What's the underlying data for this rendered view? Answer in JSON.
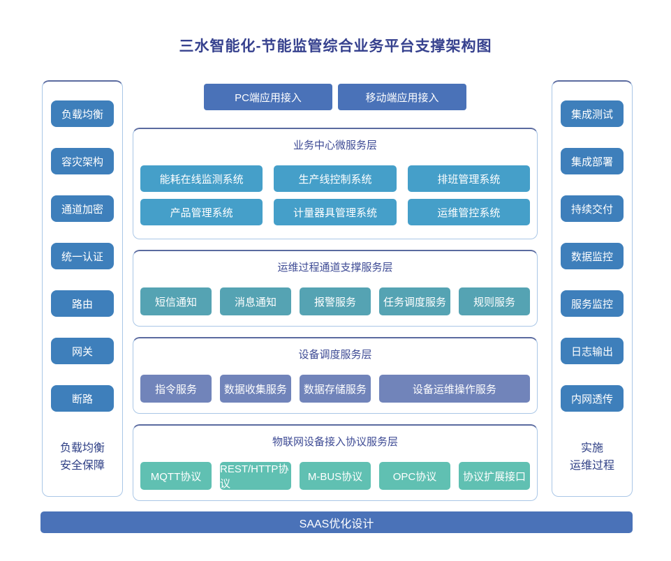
{
  "title": "三水智能化-节能监管综合业务平台支撑架构图",
  "colors": {
    "title_text": "#36418e",
    "section_title_text": "#3d4a94",
    "pillar_node": "#3e7fbb",
    "top_node": "#4a72b8",
    "business_layer_node": "#459fc9",
    "channel_layer_node": "#55a3b3",
    "device_layer_node": "#7184ba",
    "protocol_layer_node": "#60c0b2",
    "bottom_bar": "#4a72b8",
    "frame_border": "#a9c6e6",
    "frame_border_top": "#5a6a9f"
  },
  "left_pillar": {
    "items": [
      "负载均衡",
      "容灾架构",
      "通道加密",
      "统一认证",
      "路由",
      "网关",
      "断路"
    ],
    "footer_line1": "负载均衡",
    "footer_line2": "安全保障"
  },
  "right_pillar": {
    "items": [
      "集成测试",
      "集成部署",
      "持续交付",
      "数据监控",
      "服务监控",
      "日志输出",
      "内网透传"
    ],
    "footer_line1": "实施",
    "footer_line2": "运维过程"
  },
  "top_access": {
    "pc": "PC端应用接入",
    "mobile": "移动端应用接入"
  },
  "sections": [
    {
      "title": "业务中心微服务层",
      "items": [
        "能耗在线监测系统",
        "生产线控制系统",
        "排班管理系统",
        "产品管理系统",
        "计量器具管理系统",
        "运维管控系统"
      ]
    },
    {
      "title": "运维过程通道支撑服务层",
      "items": [
        "短信通知",
        "消息通知",
        "报警服务",
        "任务调度服务",
        "规则服务"
      ]
    },
    {
      "title": "设备调度服务层",
      "items": [
        "指令服务",
        "数据收集服务",
        "数据存储服务",
        "设备运维操作服务"
      ]
    },
    {
      "title": "物联网设备接入协议服务层",
      "items": [
        "MQTT协议",
        "REST/HTTP协议",
        "M-BUS协议",
        "OPC协议",
        "协议扩展接口"
      ]
    }
  ],
  "bottom_bar_label": "SAAS优化设计"
}
